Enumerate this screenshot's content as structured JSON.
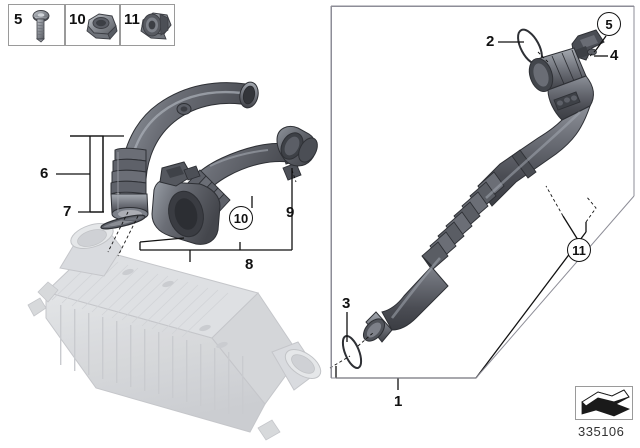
{
  "diagram": {
    "part_number": "335106",
    "colors": {
      "hose_dark": "#53555c",
      "hose_mid": "#6e7179",
      "hose_light": "#9aa0a8",
      "ghost": "#d5d7da",
      "line": "#111111",
      "panel_border": "#8d8d97"
    }
  },
  "legend": {
    "items": [
      {
        "number": "5",
        "icon": "screw-icon",
        "name": "screw"
      },
      {
        "number": "10",
        "icon": "hex-nut-icon",
        "name": "hex-nut"
      },
      {
        "number": "11",
        "icon": "flange-nut-icon",
        "name": "flange-nut"
      }
    ]
  },
  "callouts": {
    "plain": [
      {
        "id": "1",
        "label": "1"
      },
      {
        "id": "2",
        "label": "2"
      },
      {
        "id": "3",
        "label": "3"
      },
      {
        "id": "4",
        "label": "4"
      },
      {
        "id": "6",
        "label": "6"
      },
      {
        "id": "7",
        "label": "7"
      },
      {
        "id": "8",
        "label": "8"
      },
      {
        "id": "9",
        "label": "9"
      }
    ],
    "circled": [
      {
        "id": "5c",
        "label": "5"
      },
      {
        "id": "10c",
        "label": "10"
      },
      {
        "id": "11c",
        "label": "11"
      }
    ]
  },
  "direction_indicator": {
    "name": "orientation-arrow"
  }
}
